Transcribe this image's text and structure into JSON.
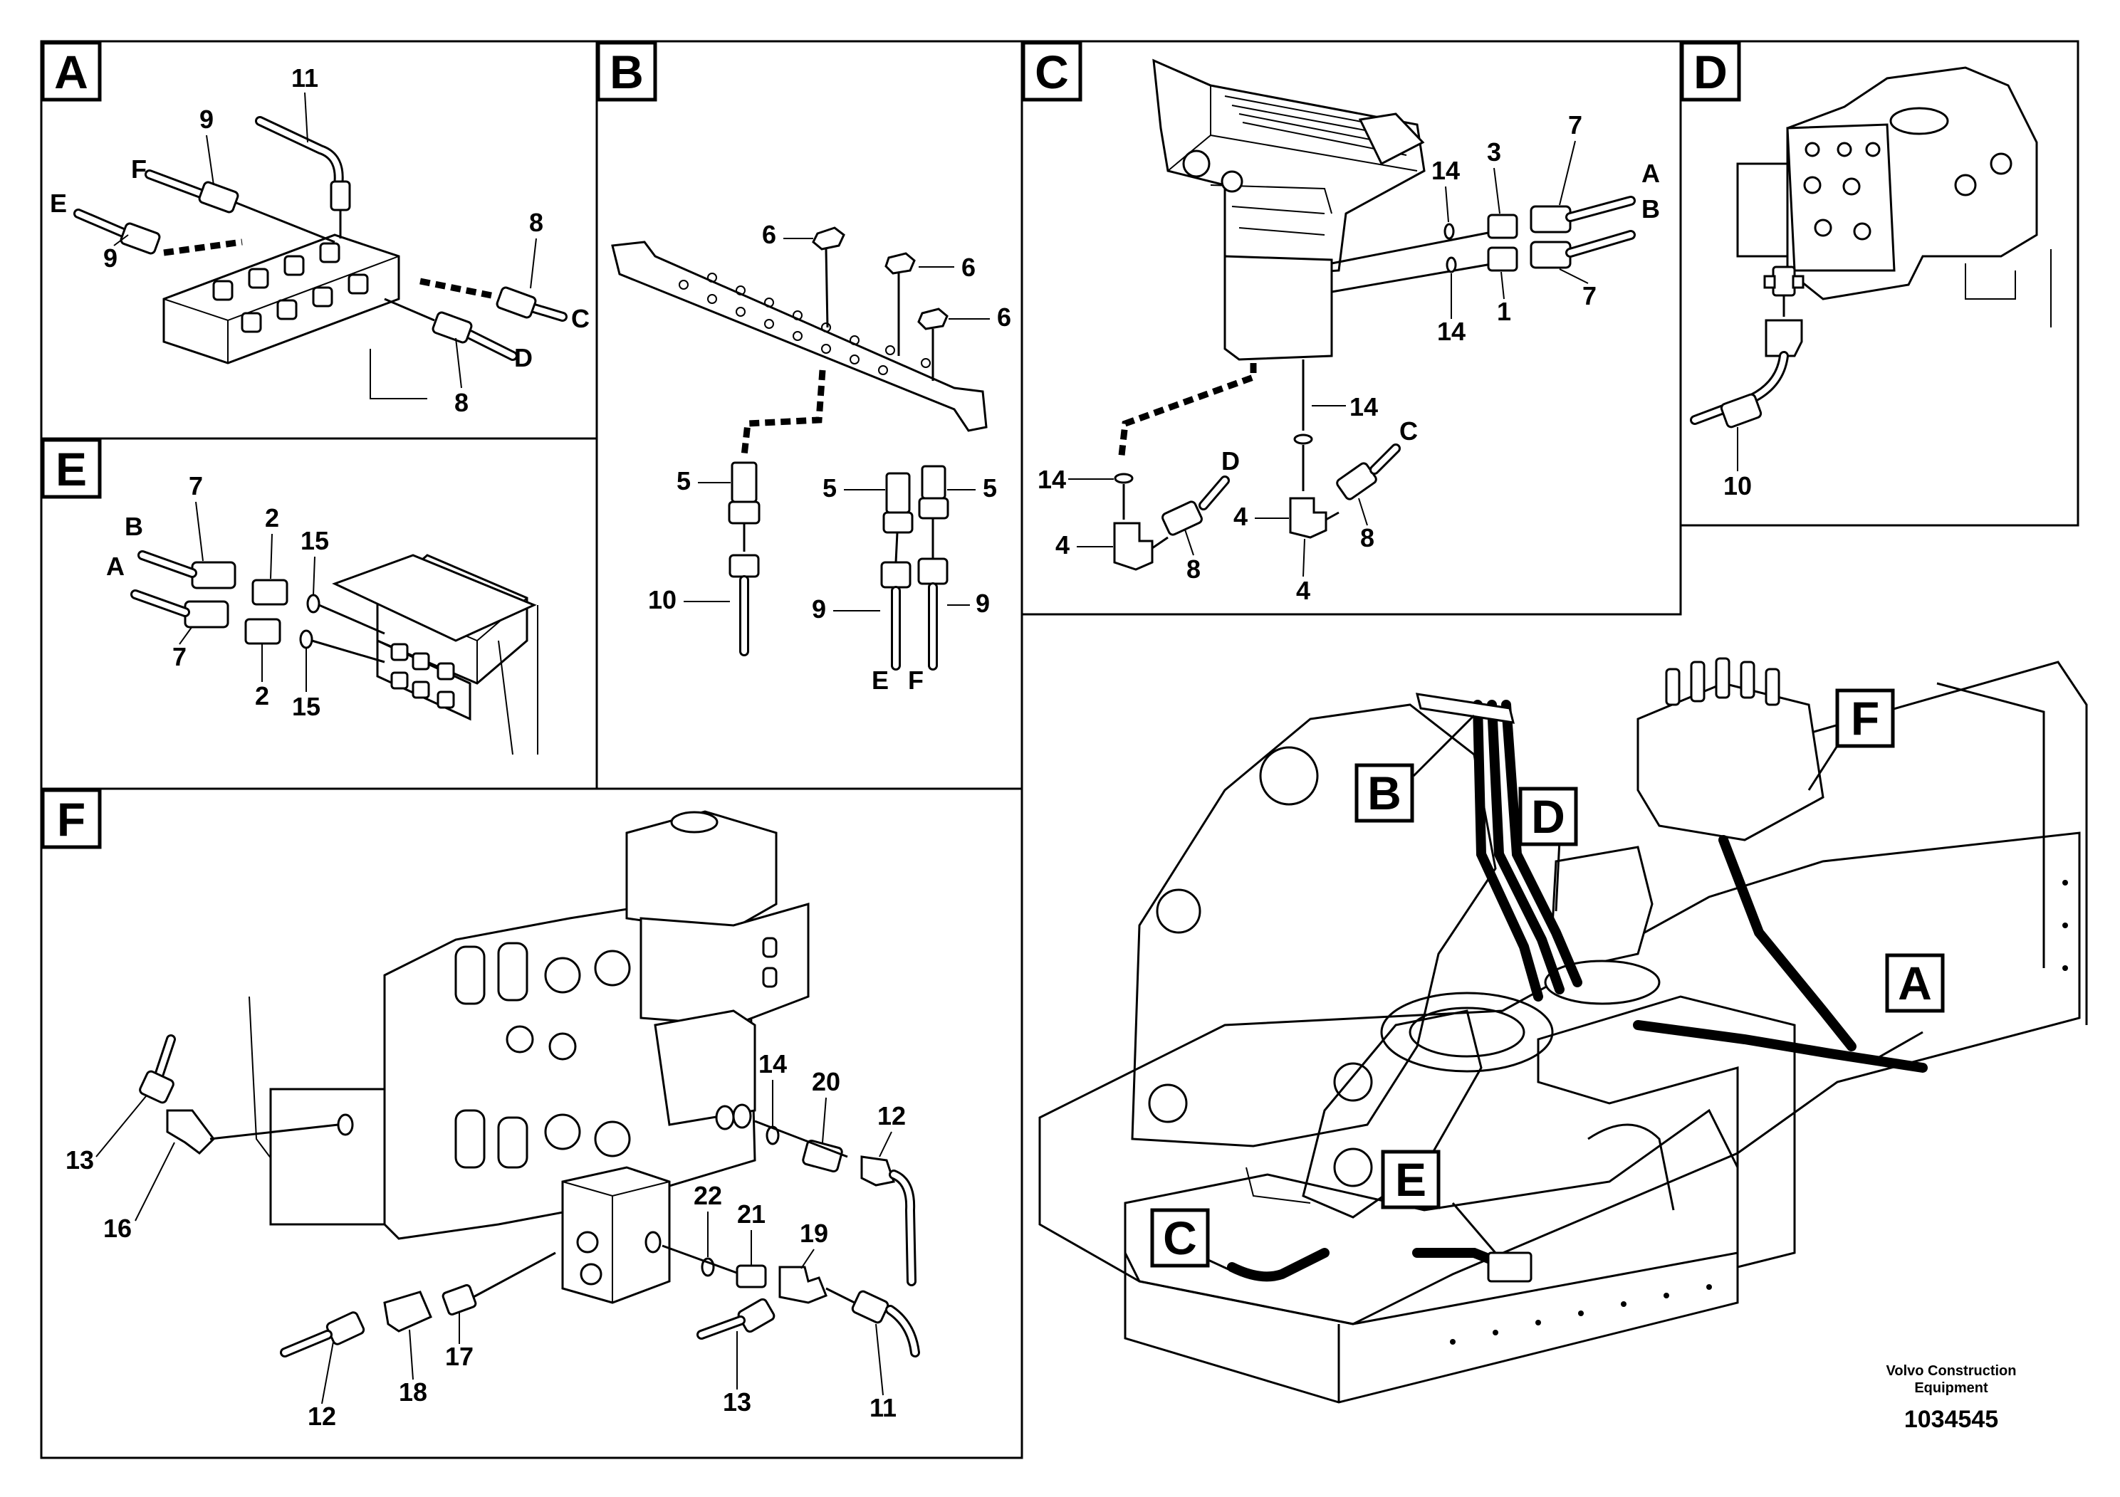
{
  "panels": {
    "A": {
      "tag": "A",
      "labels": {
        "p11": "11",
        "p9a": "9",
        "pF": "F",
        "pE": "E",
        "p9b": "9",
        "p8a": "8",
        "pC": "C",
        "pD": "D",
        "p8b": "8"
      }
    },
    "B": {
      "tag": "B",
      "labels": {
        "p6a": "6",
        "p6b": "6",
        "p6c": "6",
        "p5a": "5",
        "p5b": "5",
        "p5c": "5",
        "p10": "10",
        "p9a": "9",
        "p9b": "9",
        "pE": "E",
        "pF": "F"
      }
    },
    "C": {
      "tag": "C",
      "labels": {
        "p14a": "14",
        "p3": "3",
        "p7a": "7",
        "pA": "A",
        "pB": "B",
        "p7b": "7",
        "p1": "1",
        "p14b": "14",
        "p14c": "14",
        "p14d": "14",
        "pD": "D",
        "pC": "C",
        "p4a": "4",
        "p8a": "8",
        "p4b": "4",
        "p8b": "8",
        "p4c": "4"
      }
    },
    "D": {
      "tag": "D",
      "labels": {
        "p10": "10"
      }
    },
    "E": {
      "tag": "E",
      "labels": {
        "p7a": "7",
        "pB": "B",
        "p2a": "2",
        "p15a": "15",
        "pA": "A",
        "p7b": "7",
        "p2b": "2",
        "p15b": "15"
      }
    },
    "F": {
      "tag": "F",
      "labels": {
        "p14": "14",
        "p20": "20",
        "p12a": "12",
        "p13a": "13",
        "p16": "16",
        "p22": "22",
        "p21": "21",
        "p19": "19",
        "p17": "17",
        "p18": "18",
        "p12b": "12",
        "p13b": "13",
        "p11": "11"
      }
    }
  },
  "overview": {
    "callouts": {
      "A": "A",
      "B": "B",
      "C": "C",
      "D": "D",
      "E": "E",
      "F": "F"
    }
  },
  "footer": {
    "company_line1": "Volvo Construction",
    "company_line2": "Equipment",
    "doc_number": "1034545"
  }
}
